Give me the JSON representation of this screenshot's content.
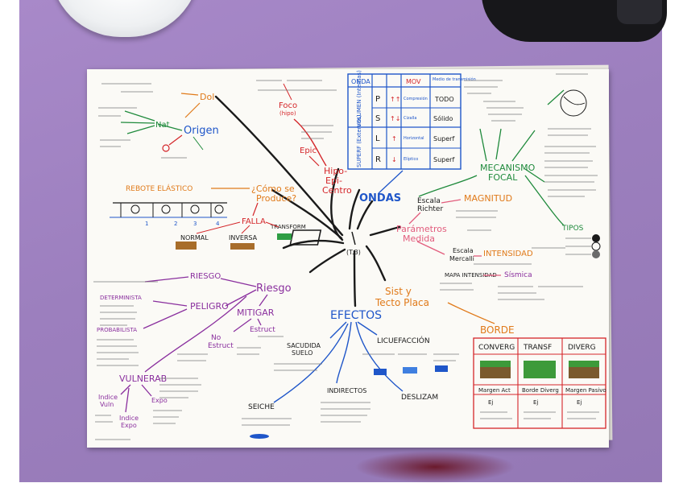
{
  "photo": {
    "subject": "handwritten-concept-map",
    "colors": {
      "desk": "#9c7fbe",
      "paper": "#fbfaf6",
      "black": "#1a1a1a",
      "blue": "#1f56c9",
      "red": "#d4262a",
      "orange": "#e07a1a",
      "green": "#1f8a3c",
      "purple": "#8a2f9e",
      "pink": "#e25c7d",
      "gray": "#7a7a7a"
    }
  },
  "map": {
    "center": "(T.3)",
    "topics": {
      "ondas": "ONDAS",
      "hipocentro": "Hipo-",
      "hipocentro_2": "Epi-",
      "hipocentro_3": "Centro",
      "epic": "Epic",
      "foco": "Foco",
      "foco_sub": "(hipo)",
      "origen": "Origen",
      "nat": "Nat",
      "dol": "Dol",
      "como_se_produce": "¿Cómo se",
      "como_se_produce_2": "Produce?",
      "rebote": "REBOTE ELÁSTICO",
      "falla": "FALLA",
      "normal": "NORMAL",
      "inversa": "INVERSA",
      "transform": "TRANSFORM",
      "riesgo": "Riesgo",
      "riesgo_small": "RIESGO",
      "peligro": "PELIGRO",
      "mitigar": "MITIGAR",
      "no_estruct": "No",
      "no_estruct_2": "Estruct",
      "estruct": "Estruct",
      "vulnerab": "VULNERAB",
      "indice_vuln": "Indice",
      "indice_vuln_2": "Vuln",
      "expo": "Expo",
      "indice_expo": "Indice",
      "indice_expo_2": "Expo",
      "determinista": "DETERMINISTA",
      "probabilista": "PROBABILISTA",
      "efectos": "EFECTOS",
      "sacudida": "SACUDIDA",
      "sacudida_2": "SUELO",
      "licuefaccion": "LICUEFACCIÓN",
      "indirectos": "INDIRECTOS",
      "deslizam": "DESLIZAM",
      "seiche": "SEICHE",
      "parametros": "Parámetros",
      "parametros_2": "Medida",
      "escala_richter": "Escala",
      "escala_richter_2": "Richter",
      "magnitud": "MAGNITUD",
      "escala_mercalli": "Escala",
      "escala_mercalli_2": "Mercalli",
      "intensidad": "INTENSIDAD",
      "mapa_intensidad": "MAPA INTENSIDAD",
      "sismica": "Sísmica",
      "mecanismo": "MECANISMO",
      "mecanismo_2": "FOCAL",
      "tipos": "TIPOS",
      "sist_placa": "Sist y",
      "sist_placa_2": "Tecto Placa",
      "borde": "BORDE"
    },
    "waves_table": {
      "headers": [
        "ONDA",
        "",
        "MOV",
        "Medio de transmisión"
      ],
      "group_labels": [
        "VOLUMEN (Internas)",
        "SUPERF (Externas)"
      ],
      "rows": [
        [
          "P",
          "↑↑",
          "Compresión",
          "TODO"
        ],
        [
          "S",
          "↑↓",
          "Cizalla",
          "Sólido"
        ],
        [
          "L",
          "↑",
          "Horizontal",
          "Superf"
        ],
        [
          "R",
          "↓",
          "Elíptico",
          "Superf"
        ]
      ]
    },
    "borde_table": {
      "headers": [
        "CONVERG",
        "TRANSF",
        "DIVERG"
      ],
      "row_labels": [
        "Margen Act",
        "Borde Diverg",
        "Margen Pasivo"
      ],
      "examples": [
        "Ej",
        "Ej",
        "Ej"
      ]
    },
    "fault_labels": [
      "1",
      "2",
      "3",
      "4"
    ]
  }
}
